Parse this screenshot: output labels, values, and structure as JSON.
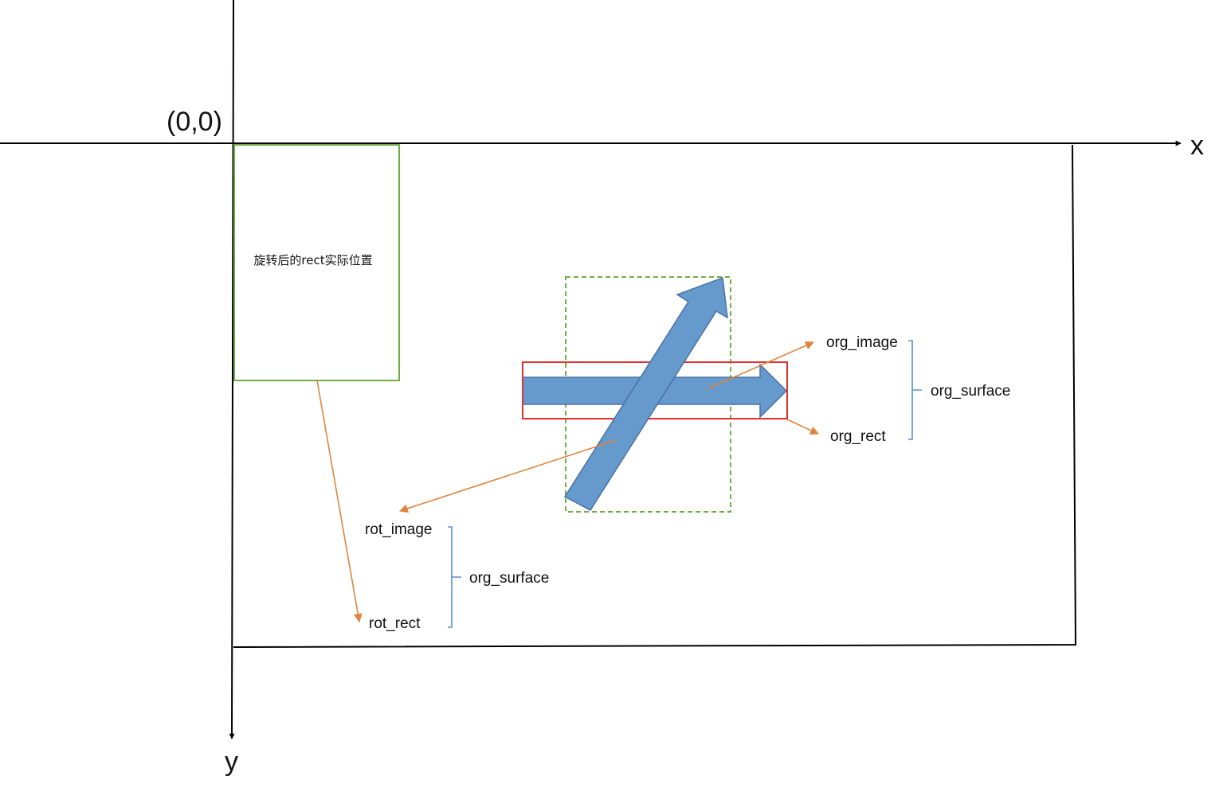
{
  "axes": {
    "origin_label": "(0,0)",
    "x_label": "x",
    "y_label": "y"
  },
  "rotated_rect_box": {
    "label": "旋转后的rect实际位置"
  },
  "labels": {
    "org_image": "org_image",
    "org_rect": "org_rect",
    "org_surface_right": "org_surface",
    "rot_image": "rot_image",
    "rot_rect": "rot_rect",
    "org_surface_left": "org_surface"
  },
  "colors": {
    "axis": "#000000",
    "arrow_fill": "#6699cc",
    "arrow_stroke": "#4a72a6",
    "green_box": "#70ad47",
    "red_rect": "#e03030",
    "pointer": "#e0843c",
    "bracket": "#5b8fd0"
  }
}
